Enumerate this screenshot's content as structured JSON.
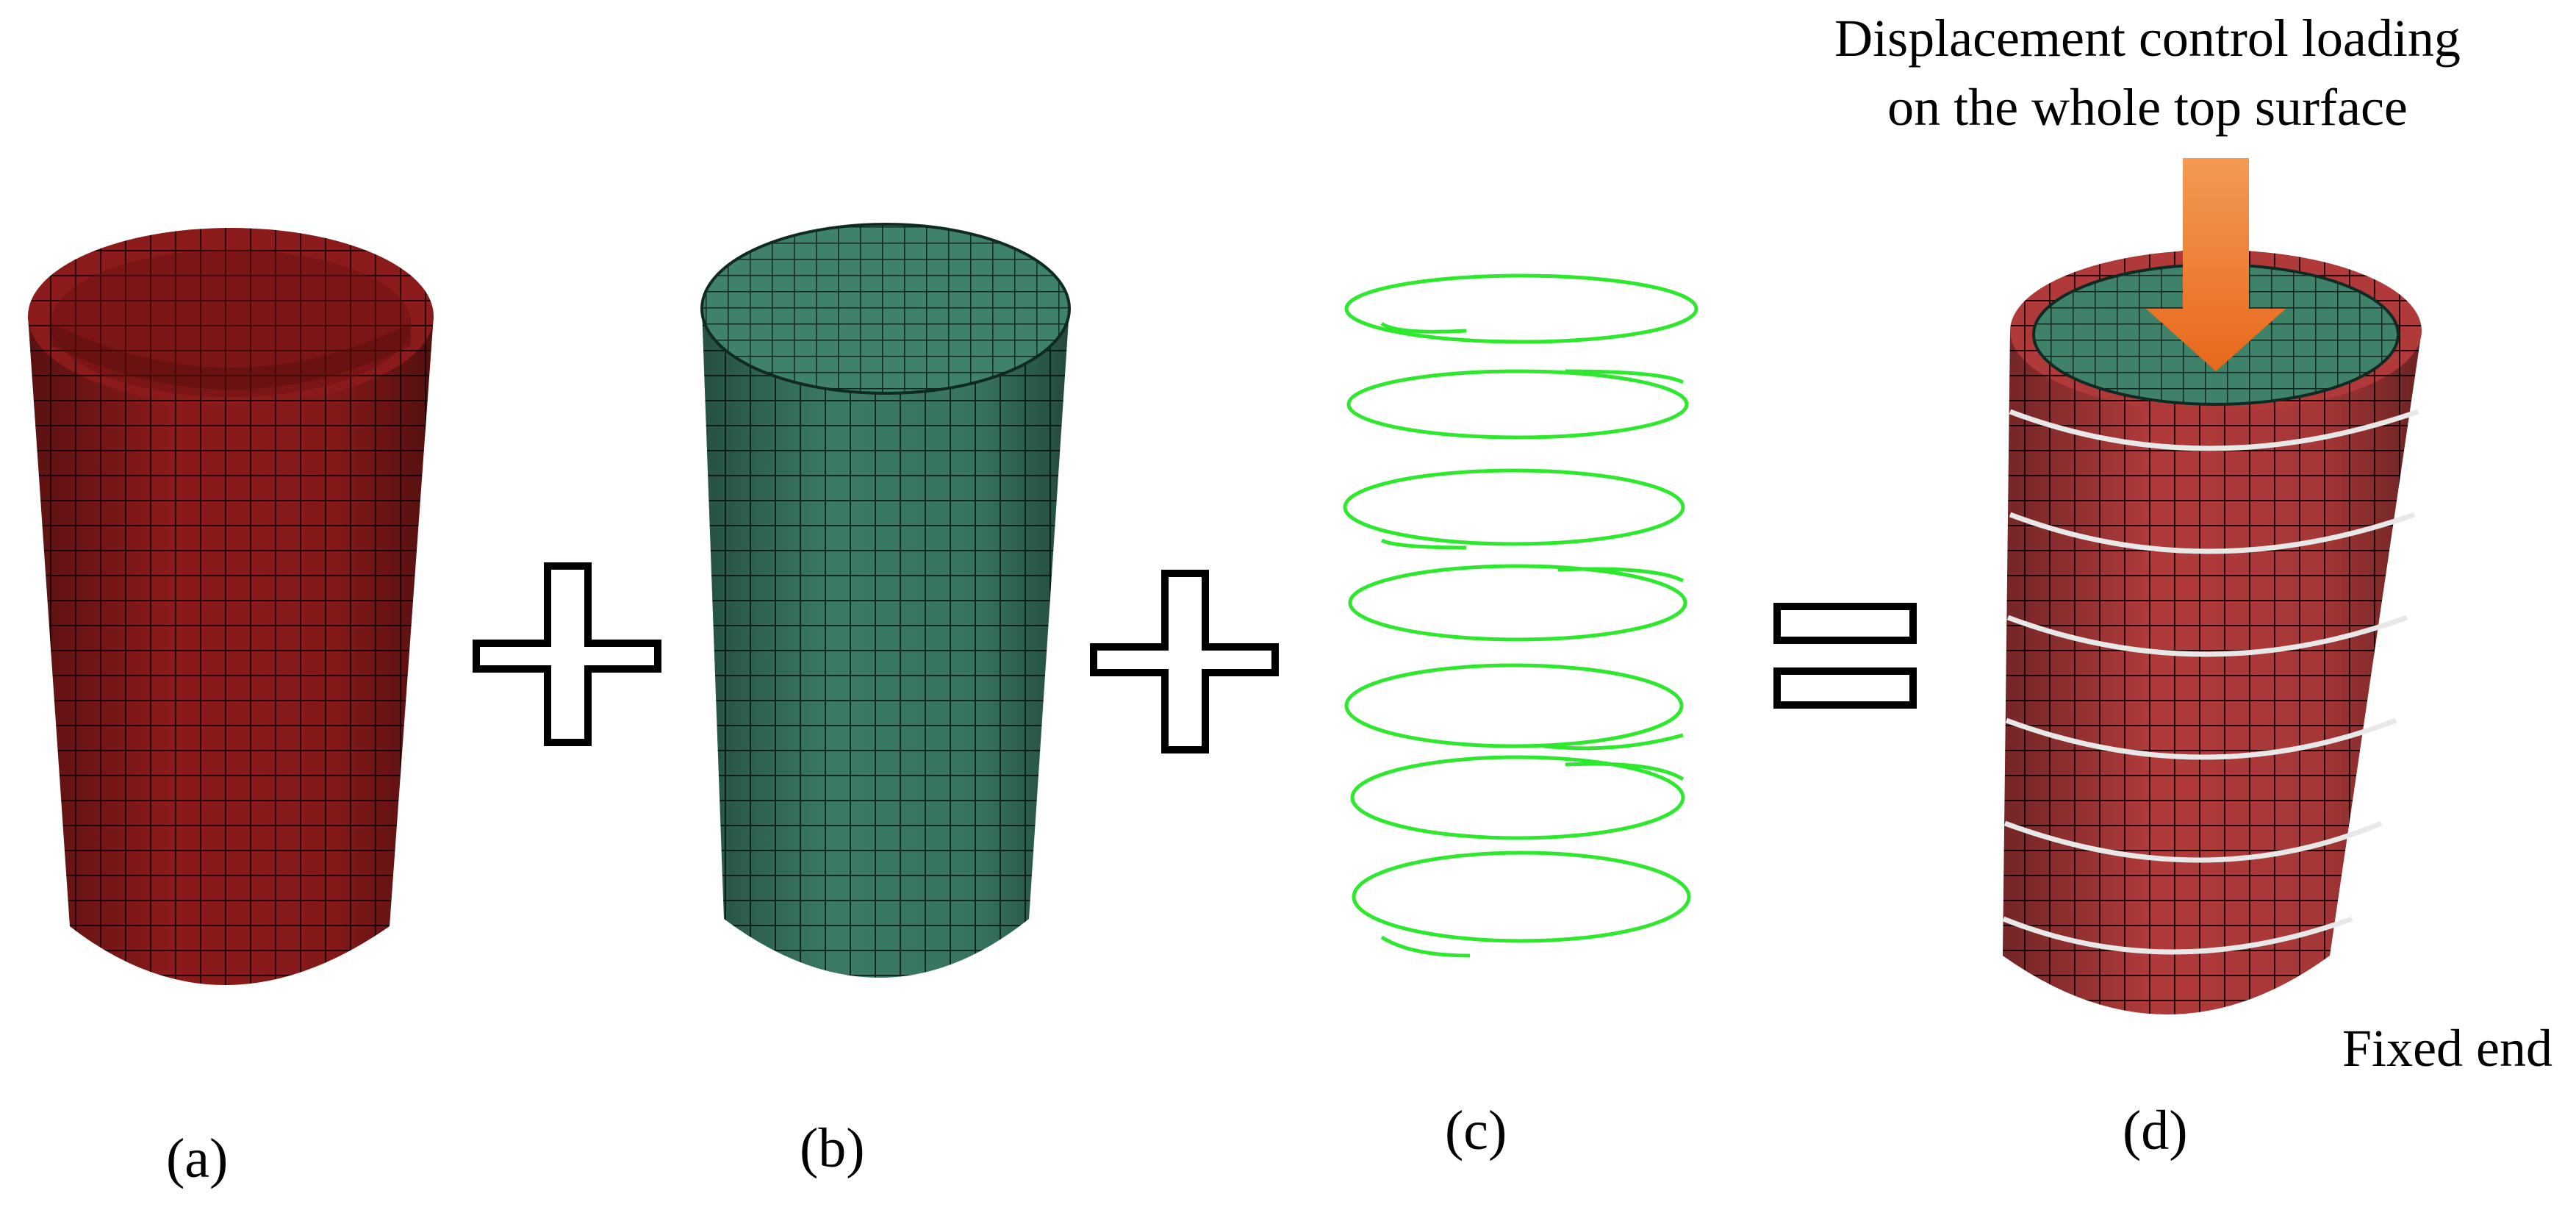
{
  "panels": {
    "a": {
      "label": "(a)",
      "color": "#8B1A1A"
    },
    "b": {
      "label": "(b)",
      "color": "#3A7A65"
    },
    "c": {
      "label": "(c)",
      "color": "#2EE82E"
    },
    "d": {
      "label": "(d)",
      "color": "#B03A3A"
    }
  },
  "operators": {
    "plus1": "+",
    "plus2": "+",
    "equals": "="
  },
  "annotations": {
    "loading_line1": "Displacement control loading",
    "loading_line2": "on the whole top surface",
    "fixed_end": "Fixed end"
  },
  "arrow_color": "#EE7A22",
  "mesh_line_color": "#1a1a1a"
}
